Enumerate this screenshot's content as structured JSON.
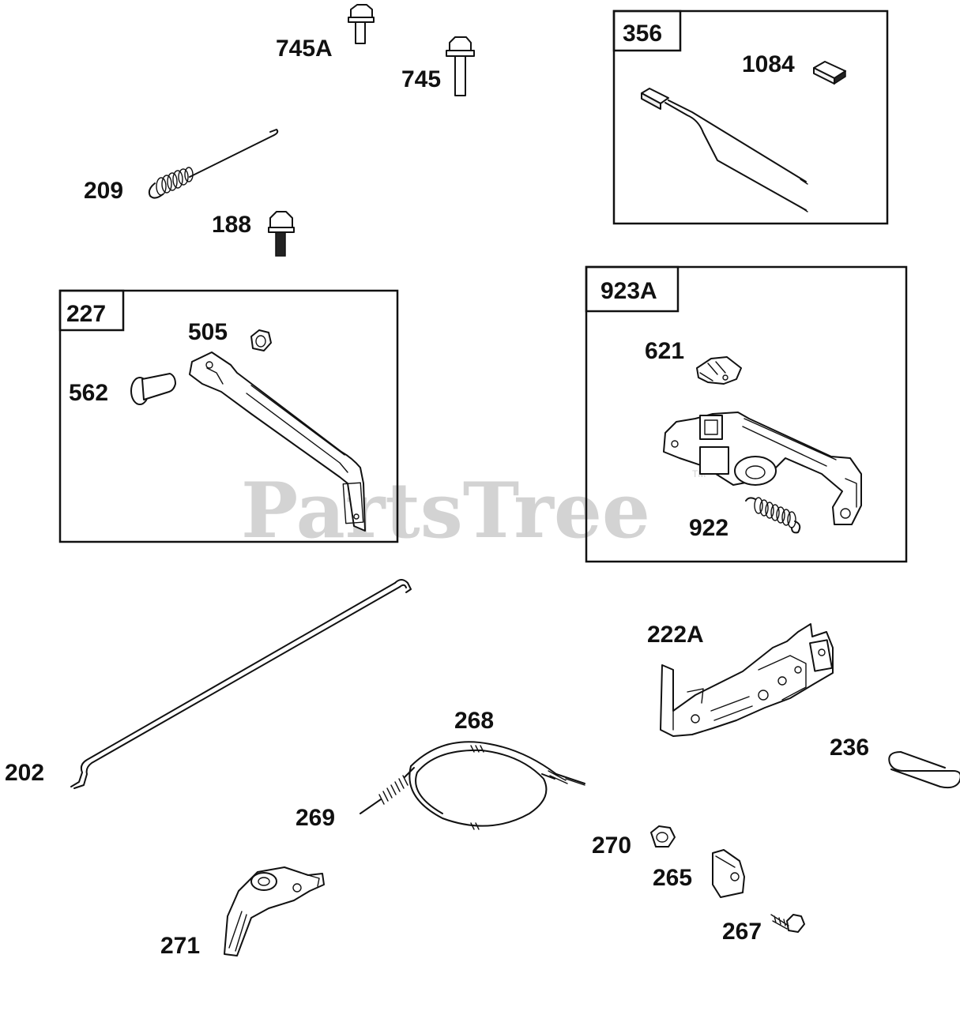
{
  "watermark": {
    "text": "PartsTree",
    "mark": "TM"
  },
  "groups": [
    {
      "id": "356",
      "label": "356"
    },
    {
      "id": "227",
      "label": "227"
    },
    {
      "id": "923A",
      "label": "923A"
    }
  ],
  "callouts": {
    "c745A": "745A",
    "c745": "745",
    "c209": "209",
    "c188": "188",
    "c1084": "1084",
    "c505": "505",
    "c562": "562",
    "c621": "621",
    "c922": "922",
    "c222A": "222A",
    "c202": "202",
    "c268": "268",
    "c269": "269",
    "c236": "236",
    "c270": "270",
    "c265": "265",
    "c267": "267",
    "c271": "271"
  }
}
